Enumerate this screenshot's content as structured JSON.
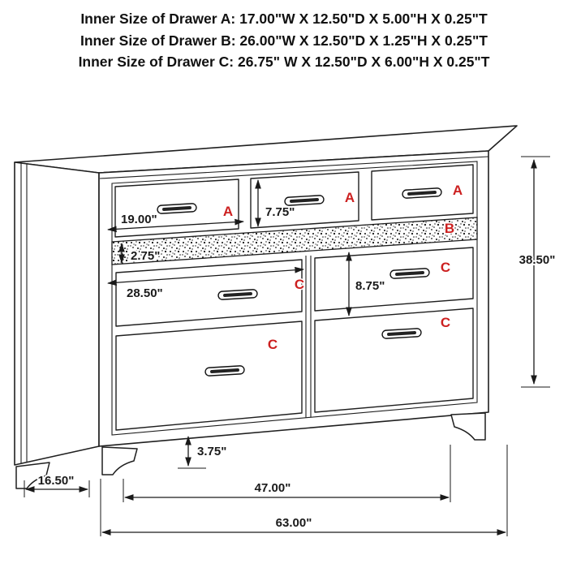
{
  "header": {
    "lines": [
      "Inner Size of Drawer A: 17.00\"W X 12.50\"D X 5.00\"H X 0.25\"T",
      "Inner Size of Drawer B: 26.00\"W X 12.50\"D X 1.25\"H X 0.25\"T",
      "Inner Size of Drawer C: 26.75\" W X 12.50\"D X 6.00\"H X 0.25\"T"
    ]
  },
  "diagram": {
    "drawer_letters": {
      "a1": "A",
      "a2": "A",
      "a3": "A",
      "b": "B",
      "c_left_top": "C",
      "c_right_top": "C",
      "c_right_bottom": "C",
      "c_left_bottom": "C"
    },
    "dimensions": {
      "drawer_a_face_width": "19.00\"",
      "drawer_a_face_height": "7.75\"",
      "drawer_b_face_height": "2.75\"",
      "drawer_c_face_width": "28.50\"",
      "drawer_c_face_height": "8.75\"",
      "overall_height": "38.50\"",
      "foot_height": "3.75\"",
      "base_depth": "16.50\"",
      "feet_span_width": "47.00\"",
      "overall_width": "63.00\""
    },
    "colors": {
      "label_red": "#cc2020",
      "line": "#1f1f1f"
    }
  }
}
